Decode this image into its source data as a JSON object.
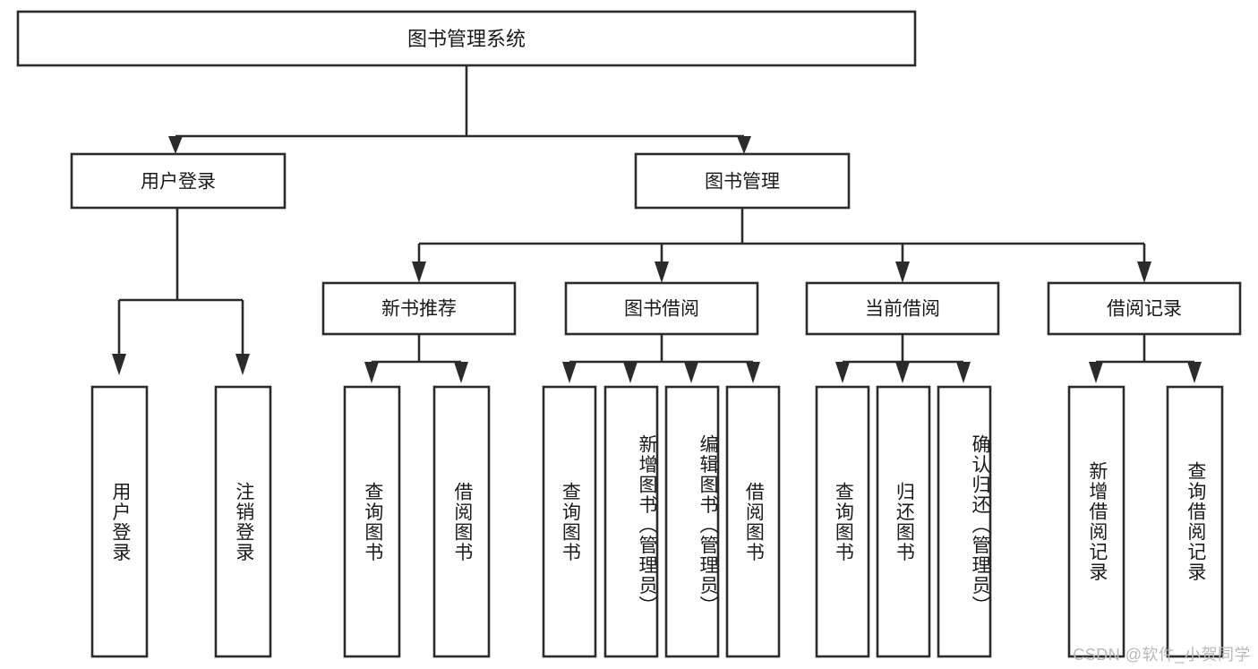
{
  "diagram": {
    "type": "tree-hierarchy-chart",
    "title_text": "图书管理系统",
    "background_color": "#ffffff",
    "stroke_color": "#2b2b2b",
    "text_color": "#1a1a1a",
    "levels": {
      "level0": [
        "图书管理系统"
      ],
      "level1": [
        "用户登录",
        "图书管理"
      ],
      "level2": [
        "新书推荐",
        "图书借阅",
        "当前借阅",
        "借阅记录"
      ],
      "level3": [
        "用户登录",
        "注销登录",
        "查询图书",
        "借阅图书",
        "查询图书",
        "新增图书（管理员）",
        "编辑图书（管理员）",
        "借阅图书",
        "查询图书",
        "归还图书",
        "确认归还（管理员）",
        "新增借阅记录",
        "查询借阅记录"
      ]
    },
    "nodes": {
      "root": {
        "label": "图书管理系统"
      },
      "user_login": {
        "label": "用户登录"
      },
      "book_manage": {
        "label": "图书管理"
      },
      "new_book_rec": {
        "label": "新书推荐"
      },
      "book_borrow": {
        "label": "图书借阅"
      },
      "current_borrow": {
        "label": "当前借阅"
      },
      "borrow_record": {
        "label": "借阅记录"
      },
      "leaf_user_login": {
        "label": "用户登录"
      },
      "leaf_logout": {
        "label": "注销登录"
      },
      "leaf_query_book_1": {
        "label": "查询图书"
      },
      "leaf_borrow_book_1": {
        "label": "借阅图书"
      },
      "leaf_query_book_2": {
        "label": "查询图书"
      },
      "leaf_add_book": {
        "label": "新增图书（管理员）"
      },
      "leaf_edit_book": {
        "label": "编辑图书（管理员）"
      },
      "leaf_borrow_book_2": {
        "label": "借阅图书"
      },
      "leaf_query_book_3": {
        "label": "查询图书"
      },
      "leaf_return_book": {
        "label": "归还图书"
      },
      "leaf_confirm_return": {
        "label": "确认归还（管理员）"
      },
      "leaf_add_record": {
        "label": "新增借阅记录"
      },
      "leaf_query_record": {
        "label": "查询借阅记录"
      }
    }
  },
  "watermark": {
    "text": "CSDN @软件_小贺同学"
  }
}
